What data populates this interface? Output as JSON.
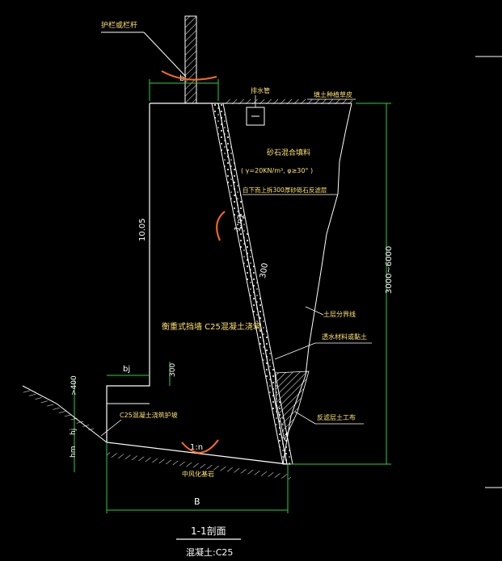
{
  "drawing": {
    "title": "1-1剖面",
    "subtitle": "混凝土:C25",
    "labels": {
      "guardrail": "护栏或栏杆",
      "drain_pipe": "排水管",
      "backfill_surface": "填土种植草皮",
      "gravel_fill": "砂石混合填料",
      "fill_params": "( γ=20KN/m³, φ≥30° )",
      "geotextile_top": "自下而上拆300厚砂砾石反滤层",
      "wall_body": "衡重式挡墙  C25混凝土浇筑",
      "slope_ratio": "1:n1",
      "slope_ratio_base": "1:n",
      "foundation_protect": "C25混凝土浇筑护坡",
      "foundation_base": "中风化基岩",
      "soil_layer": "土层分界线",
      "drain_layer": "透水材料或黏土",
      "filter_layer": "反滤层土工布"
    },
    "dims": {
      "top_width": "b",
      "height_label": "10.05",
      "slope_spacing": "300",
      "toe_width": "bj",
      "toe_height": "300",
      "h400": ">400",
      "hj": "hj",
      "hm": "hm",
      "base_width": "B",
      "wall_height": "3000~6000"
    },
    "colors": {
      "background": "#000000",
      "line": "#ffffff",
      "dimension": "#2fcf3a",
      "annotation": "#ff6a1a",
      "hatch": "#ffffff",
      "text": "#ffffff"
    }
  }
}
